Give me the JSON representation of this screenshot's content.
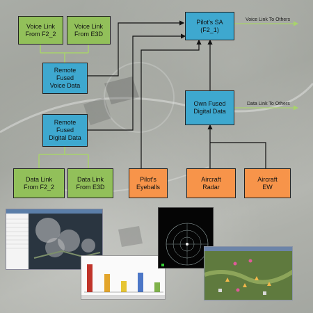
{
  "nodes": {
    "voice_f2_2": "Voice Link\nFrom F2_2",
    "voice_e3d": "Voice Link\nFrom E3D",
    "remote_voice": "Remote\nFused\nVoice Data",
    "remote_digital": "Remote\nFused\nDigital Data",
    "data_f2_2": "Data Link\nFrom F2_2",
    "data_e3d": "Data Link\nFrom E3D",
    "pilot_sa": "Pilot’s SA\n(F2_1)",
    "own_fused": "Own Fused\nDigital Data",
    "pilot_eyeballs": "Pilot’s\nEyeballs",
    "aircraft_radar": "Aircraft\nRadar",
    "aircraft_ew": "Aircraft\nEW"
  },
  "labels": {
    "voice_out": "Voice Link To Others",
    "data_out": "Data Link To Others"
  },
  "colors": {
    "green": "#92c05a",
    "blue": "#3ea8cf",
    "orange": "#f7944a",
    "connector_green": "#a8d36c",
    "connector_black": "#111111"
  }
}
